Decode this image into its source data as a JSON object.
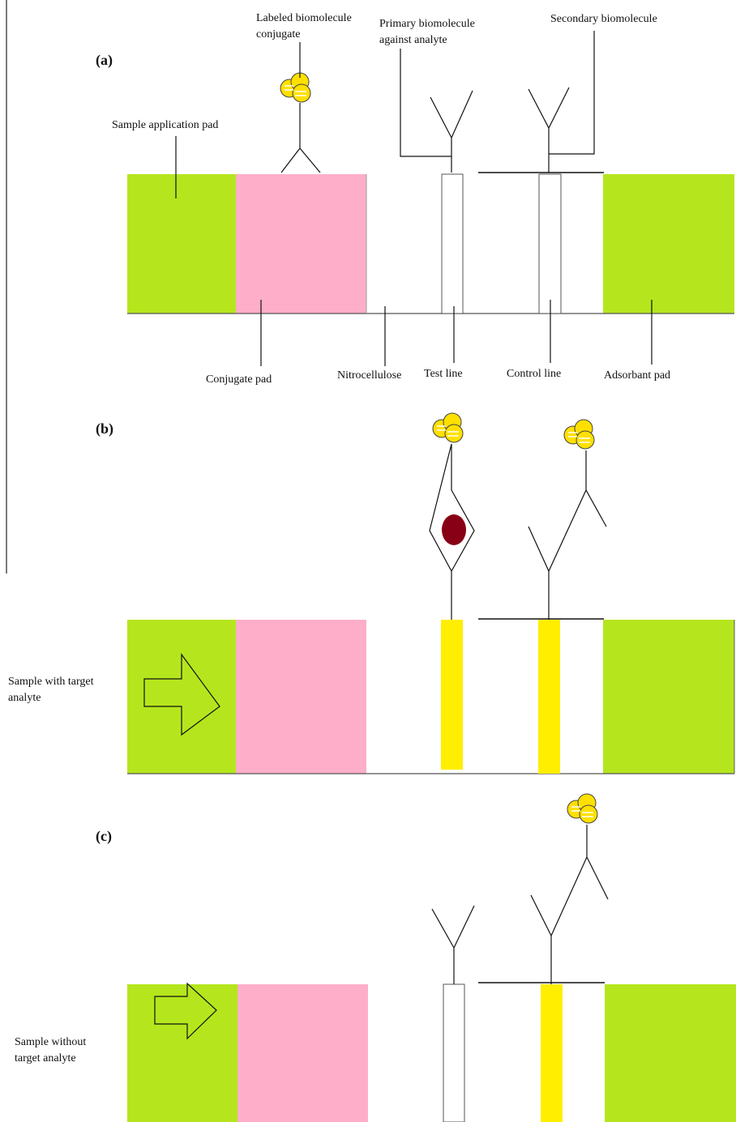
{
  "panels": {
    "a": "(a)",
    "b": "(b)",
    "c": "(c)"
  },
  "labels": {
    "labeled_conjugate": [
      "Labeled biomolecule",
      "conjugate"
    ],
    "primary": [
      "Primary biomolecule",
      "against analyte"
    ],
    "secondary": "Secondary biomolecule",
    "sample_pad": "Sample application pad",
    "conjugate_pad": "Conjugate pad",
    "nitrocellulose": "Nitrocellulose",
    "test_line": "Test line",
    "control_line": "Control line",
    "adsorbant_pad": "Adsorbant pad",
    "with_analyte": [
      "Sample with target",
      "analyte"
    ],
    "without_analyte": [
      "Sample without",
      "target analyte"
    ]
  },
  "colors": {
    "pad_green": "#b5e61d",
    "conjugate_pink": "#ffaec9",
    "line_yellow": "#ffee00",
    "label_gold": "#ffe000",
    "analyte_red": "#880015"
  }
}
